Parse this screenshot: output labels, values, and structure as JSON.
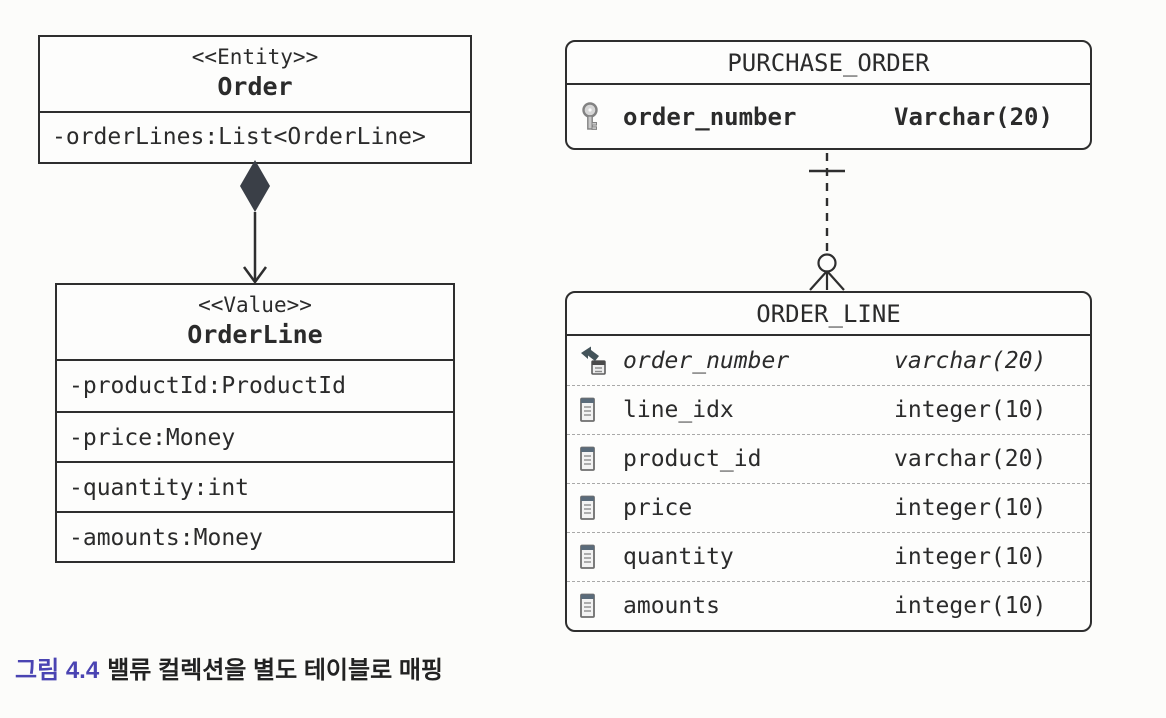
{
  "caption": {
    "figure_label": "그림 4.4",
    "text": "밸류 컬렉션을 별도 테이블로 매핑"
  },
  "uml": {
    "order_class": {
      "stereotype": "<<Entity>>",
      "name": "Order",
      "attributes": [
        "-orderLines:List<OrderLine>"
      ]
    },
    "orderline_class": {
      "stereotype": "<<Value>>",
      "name": "OrderLine",
      "attributes": [
        "-productId:ProductId",
        "-price:Money",
        "-quantity:int",
        "-amounts:Money"
      ]
    },
    "relation": {
      "type": "composition",
      "from": "Order",
      "to": "OrderLine",
      "from_end": "filled-diamond",
      "to_end": "open-arrowhead"
    }
  },
  "erd": {
    "purchase_order_table": {
      "name": "PURCHASE_ORDER",
      "columns": [
        {
          "icon": "primary-key-icon",
          "name": "order_number",
          "type": "Varchar(20)"
        }
      ]
    },
    "order_line_table": {
      "name": "ORDER_LINE",
      "columns": [
        {
          "icon": "foreign-key-icon",
          "name": "order_number",
          "type": "varchar(20)"
        },
        {
          "icon": "column-icon",
          "name": "line_idx",
          "type": "integer(10)"
        },
        {
          "icon": "column-icon",
          "name": "product_id",
          "type": "varchar(20)"
        },
        {
          "icon": "column-icon",
          "name": "price",
          "type": "integer(10)"
        },
        {
          "icon": "column-icon",
          "name": "quantity",
          "type": "integer(10)"
        },
        {
          "icon": "column-icon",
          "name": "amounts",
          "type": "integer(10)"
        }
      ]
    },
    "relation": {
      "type": "identifying one-to-many (dashed)",
      "from": "PURCHASE_ORDER",
      "to": "ORDER_LINE",
      "from_end": "one-tick",
      "to_end": "circle-crows-foot"
    }
  },
  "colors": {
    "line": "#2e2e2e",
    "diamond_fill": "#3a3f47",
    "caption_accent": "#4a44b2",
    "key_icon": "#c9c9c9",
    "fk_arrow": "#44545a",
    "row_separator": "#a9a9a9",
    "background": "#fcfcfa"
  }
}
